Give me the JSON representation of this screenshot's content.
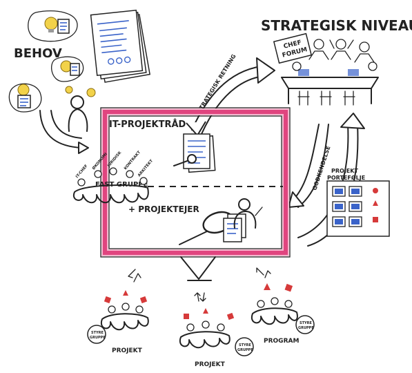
{
  "labels": {
    "behov": "BEHOV",
    "strategisk_niveau": "STRATEGISK NIVEAU",
    "chef_forum": [
      "CHEF",
      "FORUM"
    ],
    "it_projektraad": "IT-PROJEKTRÅD",
    "fast_gruppe": "FAST GRUPPE",
    "projektejer": "+ PROJEKTEJER",
    "strategisk_retning": "STRATEGISK RETNING",
    "godkendelse": "GODKENDELSE",
    "projekt_portefolje": [
      "PROJEKT",
      "PORTEFØLJE"
    ],
    "projekt_left": "PROJEKT",
    "projekt_mid": "PROJEKT",
    "program": "PROGRAM",
    "styregruppe": [
      "STYRE",
      "GRUPPE"
    ],
    "fast_gruppe_roles": [
      "IT-CHEF",
      "ØKONOMI",
      "JURIDISK",
      "KONTRAKT",
      "ARKITEKT"
    ]
  },
  "colors": {
    "frame": "#e0457f",
    "frame_inner": "#f4b8cf",
    "ink": "#222222",
    "accent_blue": "#3a63c9",
    "bulb": "#f2d24a",
    "red": "#d63a3a"
  },
  "icons": [
    "lightbulb-icon",
    "document-stack-icon",
    "magnifier-icon",
    "person-icon",
    "table-icon"
  ]
}
